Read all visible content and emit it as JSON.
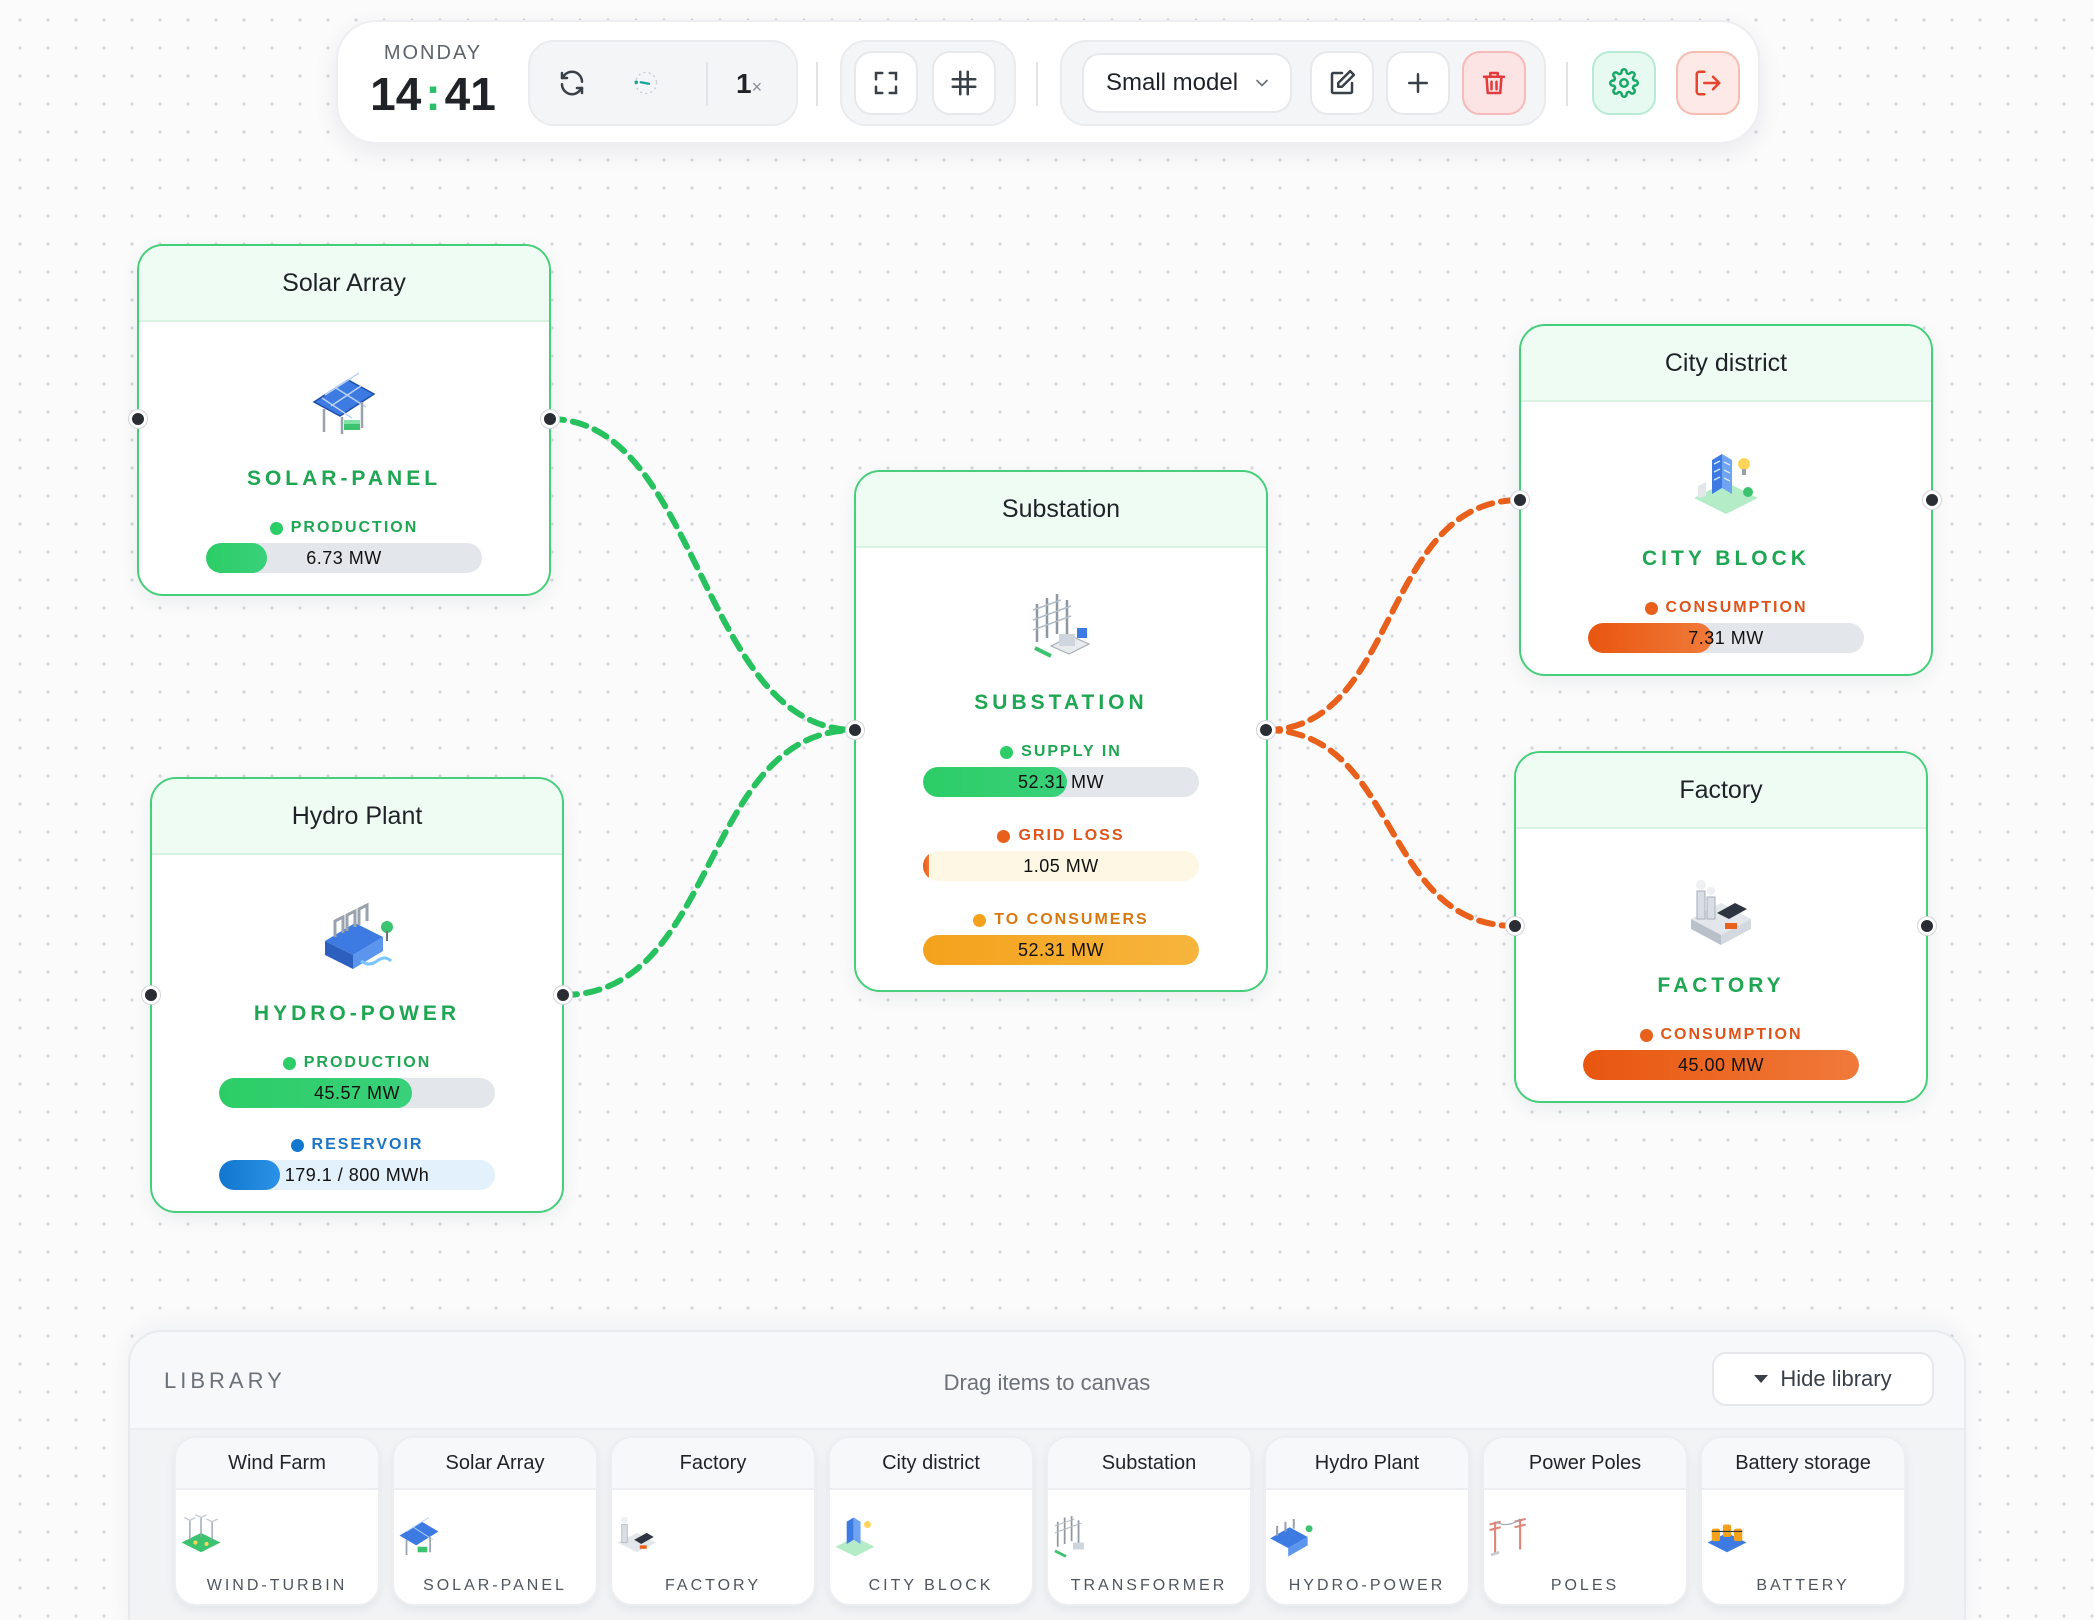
{
  "toolbar": {
    "day": "MONDAY",
    "hour": "14",
    "minute": "41",
    "speed_value": "1",
    "speed_unit": "×",
    "model_label": "Small model"
  },
  "nodes": {
    "solar": {
      "title": "Solar Array",
      "kind": "SOLAR-PANEL",
      "metrics": [
        {
          "label": "PRODUCTION",
          "value": "6.73 MW",
          "level": 0.22
        }
      ]
    },
    "hydro": {
      "title": "Hydro Plant",
      "kind": "HYDRO-POWER",
      "metrics": [
        {
          "label": "PRODUCTION",
          "value": "45.57 MW",
          "level": 0.7
        },
        {
          "label": "RESERVOIR",
          "value": "179.1 / 800 MWh",
          "level": 0.22
        }
      ]
    },
    "substation": {
      "title": "Substation",
      "kind": "SUBSTATION",
      "metrics": [
        {
          "label": "SUPPLY IN",
          "value": "52.31 MW",
          "level": 0.52
        },
        {
          "label": "GRID LOSS",
          "value": "1.05 MW",
          "level": 0.02
        },
        {
          "label": "TO CONSUMERS",
          "value": "52.31 MW",
          "level": 1.0
        }
      ]
    },
    "city": {
      "title": "City district",
      "kind": "CITY BLOCK",
      "metrics": [
        {
          "label": "CONSUMPTION",
          "value": "7.31 MW",
          "level": 0.45
        }
      ]
    },
    "factory": {
      "title": "Factory",
      "kind": "FACTORY",
      "metrics": [
        {
          "label": "CONSUMPTION",
          "value": "45.00 MW",
          "level": 1.0
        }
      ]
    }
  },
  "library": {
    "title": "LIBRARY",
    "hint": "Drag items to canvas",
    "hide_label": "Hide library",
    "items": [
      {
        "name": "Wind Farm",
        "kind": "WIND-TURBIN"
      },
      {
        "name": "Solar Array",
        "kind": "SOLAR-PANEL"
      },
      {
        "name": "Factory",
        "kind": "FACTORY"
      },
      {
        "name": "City district",
        "kind": "CITY BLOCK"
      },
      {
        "name": "Substation",
        "kind": "TRANSFORMER"
      },
      {
        "name": "Hydro Plant",
        "kind": "HYDRO-POWER"
      },
      {
        "name": "Power Poles",
        "kind": "POLES"
      },
      {
        "name": "Battery storage",
        "kind": "BATTERY"
      }
    ]
  },
  "colors": {
    "node_border": "#45cf7a",
    "supply_wire": "#27c25e",
    "demand_wire": "#e8601c",
    "production": "#2ccd66",
    "consumption": "#e8560f",
    "to_consumers": "#f4a21c",
    "reservoir": "#1277cf"
  }
}
